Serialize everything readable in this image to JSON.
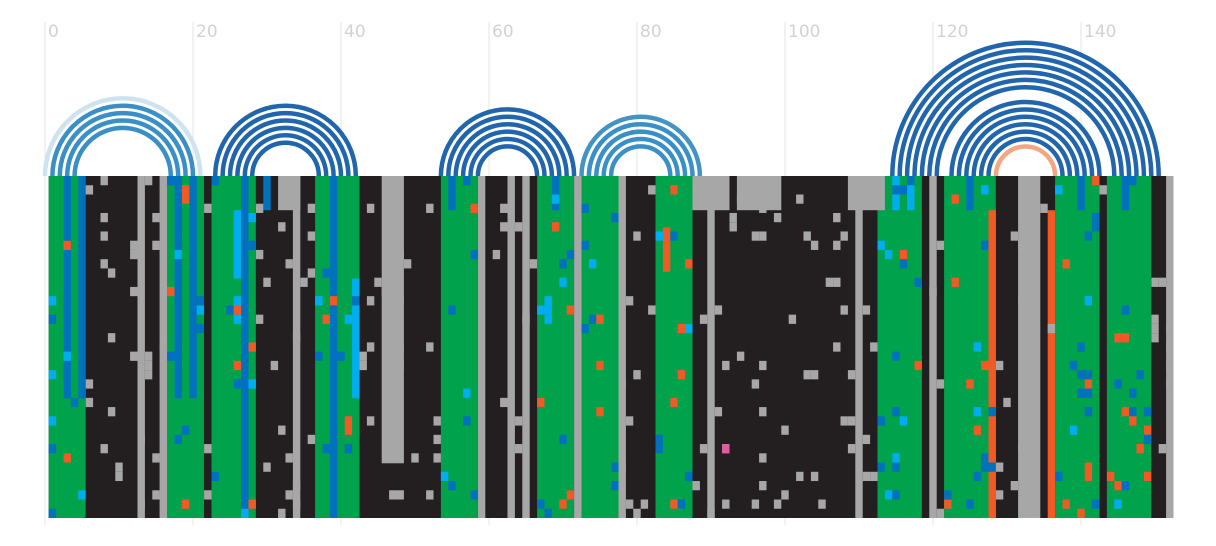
{
  "chart_data": {
    "type": "heatmap",
    "title": "",
    "xlabel": "",
    "ylabel": "",
    "xlim": [
      0,
      152
    ],
    "x_ticks": [
      "0",
      "20",
      "40",
      "60",
      "80",
      "100",
      "120",
      "140"
    ],
    "x_tick_values": [
      0,
      20,
      40,
      60,
      80,
      100,
      120,
      140
    ],
    "grid": true,
    "legend": "none",
    "colors": {
      "green": "#00a24b",
      "black": "#231f20",
      "gray": "#a7a7a7",
      "blue": "#0071bc",
      "cyan": "#00aeef",
      "orange": "#f15a24",
      "pink": "#e05c9e",
      "gridline": "#e6e6e6"
    },
    "column_blocks": [
      {
        "start": 0.5,
        "end": 5.5,
        "color": "green"
      },
      {
        "start": 5.5,
        "end": 15.5,
        "color": "black"
      },
      {
        "start": 15.5,
        "end": 16.5,
        "color": "gray"
      },
      {
        "start": 16.5,
        "end": 21.5,
        "color": "green"
      },
      {
        "start": 21.5,
        "end": 22.5,
        "color": "black"
      },
      {
        "start": 22.5,
        "end": 28.5,
        "color": "green"
      },
      {
        "start": 28.5,
        "end": 36.5,
        "color": "black"
      },
      {
        "start": 36.5,
        "end": 42.5,
        "color": "green"
      },
      {
        "start": 42.5,
        "end": 53.5,
        "color": "black"
      },
      {
        "start": 53.5,
        "end": 58.5,
        "color": "green"
      },
      {
        "start": 58.5,
        "end": 66.5,
        "color": "black"
      },
      {
        "start": 66.5,
        "end": 71.5,
        "color": "green"
      },
      {
        "start": 71.5,
        "end": 72.5,
        "color": "black"
      },
      {
        "start": 72.5,
        "end": 77.5,
        "color": "green"
      },
      {
        "start": 77.5,
        "end": 82.5,
        "color": "black"
      },
      {
        "start": 82.5,
        "end": 87.5,
        "color": "green"
      },
      {
        "start": 87.5,
        "end": 112.5,
        "color": "black"
      },
      {
        "start": 112.5,
        "end": 118.5,
        "color": "green"
      },
      {
        "start": 118.5,
        "end": 121.5,
        "color": "black"
      },
      {
        "start": 121.5,
        "end": 128.5,
        "color": "green"
      },
      {
        "start": 128.5,
        "end": 136.5,
        "color": "black"
      },
      {
        "start": 136.5,
        "end": 142.5,
        "color": "green"
      },
      {
        "start": 142.5,
        "end": 143.5,
        "color": "black"
      },
      {
        "start": 143.5,
        "end": 149.5,
        "color": "green"
      },
      {
        "start": 149.5,
        "end": 152.5,
        "color": "black"
      }
    ],
    "gray_columns": [
      {
        "x": 12.5,
        "w": 1,
        "y0": 0,
        "y1": 1
      },
      {
        "x": 15.5,
        "w": 1,
        "y0": 0,
        "y1": 1
      },
      {
        "x": 31.5,
        "w": 3,
        "y0": 0,
        "y1": 0.1
      },
      {
        "x": 33.5,
        "w": 1,
        "y0": 0,
        "y1": 1
      },
      {
        "x": 45.5,
        "w": 3,
        "y0": 0,
        "y1": 0.84
      },
      {
        "x": 58.5,
        "w": 1,
        "y0": 0,
        "y1": 1
      },
      {
        "x": 62.5,
        "w": 1,
        "y0": 0,
        "y1": 1
      },
      {
        "x": 64.5,
        "w": 1,
        "y0": 0,
        "y1": 1
      },
      {
        "x": 71.5,
        "w": 1,
        "y0": 0,
        "y1": 1
      },
      {
        "x": 77.5,
        "w": 1,
        "y0": 0,
        "y1": 1
      },
      {
        "x": 87.5,
        "w": 5,
        "y0": 0,
        "y1": 0.1
      },
      {
        "x": 89.5,
        "w": 1,
        "y0": 0,
        "y1": 1
      },
      {
        "x": 93.5,
        "w": 6,
        "y0": 0,
        "y1": 0.1
      },
      {
        "x": 108.5,
        "w": 5,
        "y0": 0,
        "y1": 0.1
      },
      {
        "x": 109.5,
        "w": 1,
        "y0": 0,
        "y1": 1
      },
      {
        "x": 119.5,
        "w": 1,
        "y0": 0,
        "y1": 1
      },
      {
        "x": 131.5,
        "w": 3,
        "y0": 0,
        "y1": 1
      },
      {
        "x": 151.5,
        "w": 1,
        "y0": 0,
        "y1": 1
      }
    ],
    "accent_columns": [
      {
        "x": 2.5,
        "color": "blue",
        "y0": 0,
        "y1": 0.65
      },
      {
        "x": 4.5,
        "color": "blue",
        "y0": 0,
        "y1": 0.65
      },
      {
        "x": 17.5,
        "color": "blue",
        "y0": 0,
        "y1": 0.65
      },
      {
        "x": 19.5,
        "color": "blue",
        "y0": 0,
        "y1": 0.65
      },
      {
        "x": 25.5,
        "color": "cyan",
        "y0": 0.1,
        "y1": 0.3
      },
      {
        "x": 26.5,
        "color": "blue",
        "y0": 0,
        "y1": 1
      },
      {
        "x": 29.5,
        "color": "blue",
        "y0": 0,
        "y1": 0.1
      },
      {
        "x": 38.5,
        "color": "blue",
        "y0": 0,
        "y1": 1
      },
      {
        "x": 41.5,
        "color": "cyan",
        "y0": 0.3,
        "y1": 0.65
      },
      {
        "x": 54.5,
        "color": "blue",
        "y0": 0,
        "y1": 0.1
      },
      {
        "x": 68.5,
        "color": "blue",
        "y0": 0,
        "y1": 0.1
      },
      {
        "x": 114.5,
        "color": "cyan",
        "y0": 0,
        "y1": 0.1
      },
      {
        "x": 116.5,
        "color": "cyan",
        "y0": 0,
        "y1": 0.1
      },
      {
        "x": 124.5,
        "color": "blue",
        "y0": 0,
        "y1": 0.1
      },
      {
        "x": 127.5,
        "color": "orange",
        "y0": 0.1,
        "y1": 1
      },
      {
        "x": 135.5,
        "color": "orange",
        "y0": 0.1,
        "y1": 1
      },
      {
        "x": 139.5,
        "color": "blue",
        "y0": 0,
        "y1": 0.1
      },
      {
        "x": 145.5,
        "color": "blue",
        "y0": 0,
        "y1": 0.1
      },
      {
        "x": 83.5,
        "color": "orange",
        "y0": 0.15,
        "y1": 0.28
      }
    ],
    "arcs": [
      {
        "center": 10.5,
        "r_outer": 10.5,
        "count": 5,
        "color": "#3a8fc6",
        "outer_color": "#cfe3ef"
      },
      {
        "center": 32.5,
        "r_outer": 9.5,
        "count": 6,
        "color": "#2166ac",
        "outer_color": "#2166ac"
      },
      {
        "center": 62.5,
        "r_outer": 9,
        "count": 6,
        "color": "#2166ac",
        "outer_color": "#2166ac"
      },
      {
        "center": 80.5,
        "r_outer": 8,
        "count": 5,
        "color": "#3a8fc6",
        "outer_color": "#4393c3"
      },
      {
        "center": 132.5,
        "r_outer": 18,
        "count": 7,
        "color": "#2166ac",
        "outer_color": "#2166ac"
      },
      {
        "center": 132.5,
        "r_outer": 10,
        "count": 6,
        "color": "#2166ac",
        "outer_color": "#2166ac"
      },
      {
        "center": 132.5,
        "r_outer": 4,
        "count": 1,
        "color": "#f4a582",
        "outer_color": "#f4a582"
      }
    ]
  }
}
